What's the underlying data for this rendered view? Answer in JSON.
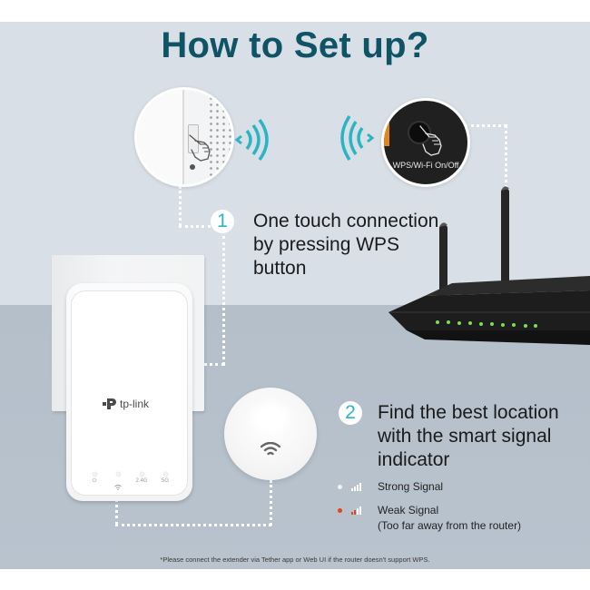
{
  "title": "How to Set up?",
  "steps": [
    {
      "number": "1",
      "text_lines": [
        "One touch connection",
        "by pressing WPS",
        "button"
      ]
    },
    {
      "number": "2",
      "text_lines": [
        "Find the best location",
        "with the smart signal",
        "indicator"
      ]
    }
  ],
  "router_closeup": {
    "button_label": "WPS/Wi-Fi On/Off"
  },
  "extender": {
    "brand": "tp-link",
    "led_labels": [
      "⏻",
      "wifi",
      "2.4G",
      "5G"
    ]
  },
  "signal_legend": [
    {
      "label": "Strong Signal",
      "dot_color": "#f2f2f2",
      "bar_colors": [
        "#ffffff",
        "#ffffff",
        "#ffffff",
        "#ffffff"
      ]
    },
    {
      "label": "Weak Signal",
      "sub_label": "(Too far away from the router)",
      "dot_color": "#e0451b",
      "bar_colors": [
        "#e0451b",
        "#e0451b",
        "#ffffff",
        "#ffffff"
      ]
    }
  ],
  "footnote": "*Please connect the extender via Tether app or Web UI   if the router doesn't support WPS.",
  "colors": {
    "title": "#0f5366",
    "accent": "#2bb5c4",
    "router_led": "#7be04f"
  }
}
